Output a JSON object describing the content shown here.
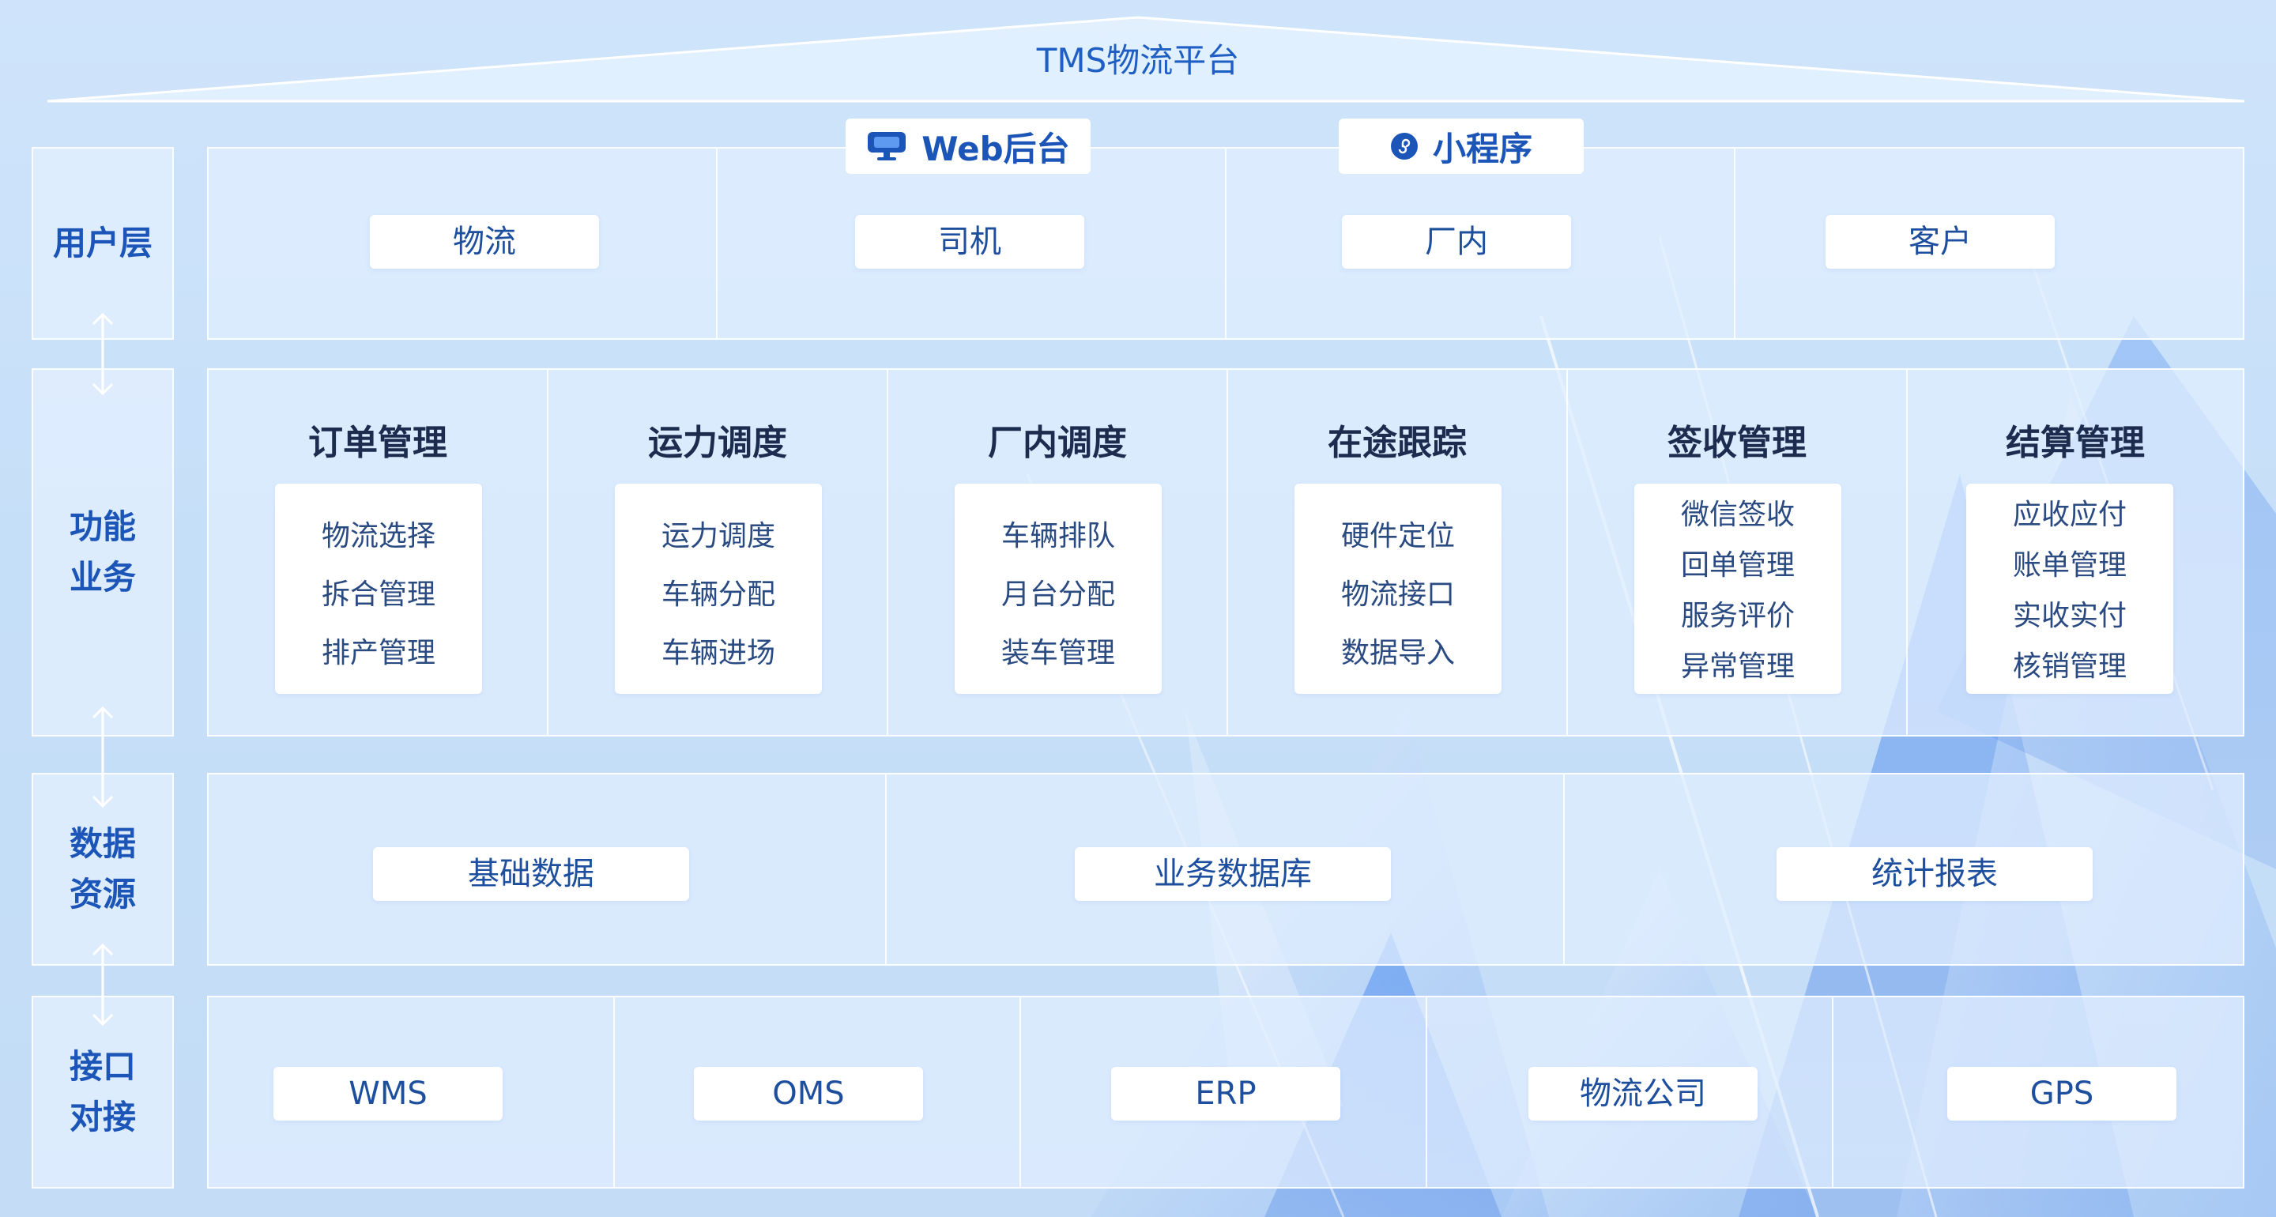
{
  "platform_title": "TMS物流平台",
  "tabs": {
    "web": "Web后台",
    "mini": "小程序"
  },
  "layers": {
    "user": [
      "用户层"
    ],
    "function": [
      "功能",
      "业务"
    ],
    "data": [
      "数据",
      "资源"
    ],
    "interface": [
      "接口",
      "对接"
    ]
  },
  "user_layer": [
    "物流",
    "司机",
    "厂内",
    "客户"
  ],
  "function_layer": [
    {
      "title": "订单管理",
      "items": [
        "物流选择",
        "拆合管理",
        "排产管理"
      ]
    },
    {
      "title": "运力调度",
      "items": [
        "运力调度",
        "车辆分配",
        "车辆进场"
      ]
    },
    {
      "title": "厂内调度",
      "items": [
        "车辆排队",
        "月台分配",
        "装车管理"
      ]
    },
    {
      "title": "在途跟踪",
      "items": [
        "硬件定位",
        "物流接口",
        "数据导入"
      ]
    },
    {
      "title": "签收管理",
      "items": [
        "微信签收",
        "回单管理",
        "服务评价",
        "异常管理"
      ]
    },
    {
      "title": "结算管理",
      "items": [
        "应收应付",
        "账单管理",
        "实收实付",
        "核销管理"
      ]
    }
  ],
  "data_layer": [
    "基础数据",
    "业务数据库",
    "统计报表"
  ],
  "interface_layer": [
    "WMS",
    "OMS",
    "ERP",
    "物流公司",
    "GPS"
  ],
  "colors": {
    "accent": "#1c55b8",
    "title_text": "#1b2c4f",
    "panel_bg": "#e2eeff",
    "page_bg": "#c8e0f8"
  },
  "icons": {
    "web": "monitor-icon",
    "mini": "mini-program-icon"
  }
}
